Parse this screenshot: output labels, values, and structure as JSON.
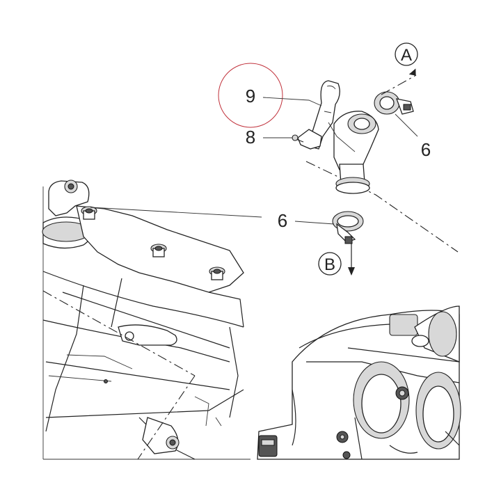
{
  "callouts": {
    "hose_number": "9",
    "bracket_number": "8",
    "clamp_upper_number": "6",
    "clamp_lower_number": "6"
  },
  "direction_markers": {
    "a_label": "A",
    "b_label": "B"
  },
  "highlight_color": "#c0303a"
}
